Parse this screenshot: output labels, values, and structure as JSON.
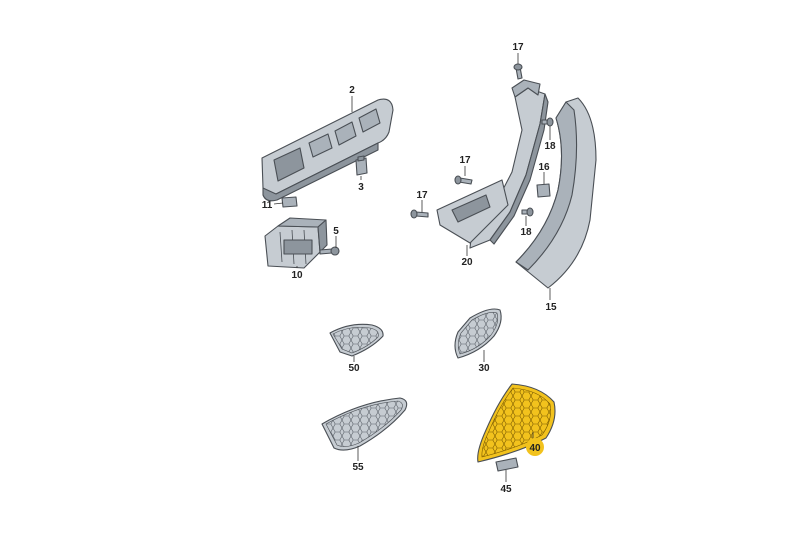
{
  "colors": {
    "part_fill": "#c6ccd2",
    "part_shade": "#aab2ba",
    "part_dark": "#8d959d",
    "outline": "#4a4f55",
    "highlight_fill": "#f2c21d",
    "highlight_badge": "#f2c21d",
    "label_text": "#222222"
  },
  "callouts": {
    "c2": "2",
    "c3": "3",
    "c5": "5",
    "c10": "10",
    "c11": "11",
    "c15": "15",
    "c16": "16",
    "c17a": "17",
    "c17b": "17",
    "c17c": "17",
    "c18a": "18",
    "c18b": "18",
    "c20": "20",
    "c30": "30",
    "c40": "40",
    "c45": "45",
    "c50": "50",
    "c55": "55"
  },
  "highlighted_part": "40"
}
